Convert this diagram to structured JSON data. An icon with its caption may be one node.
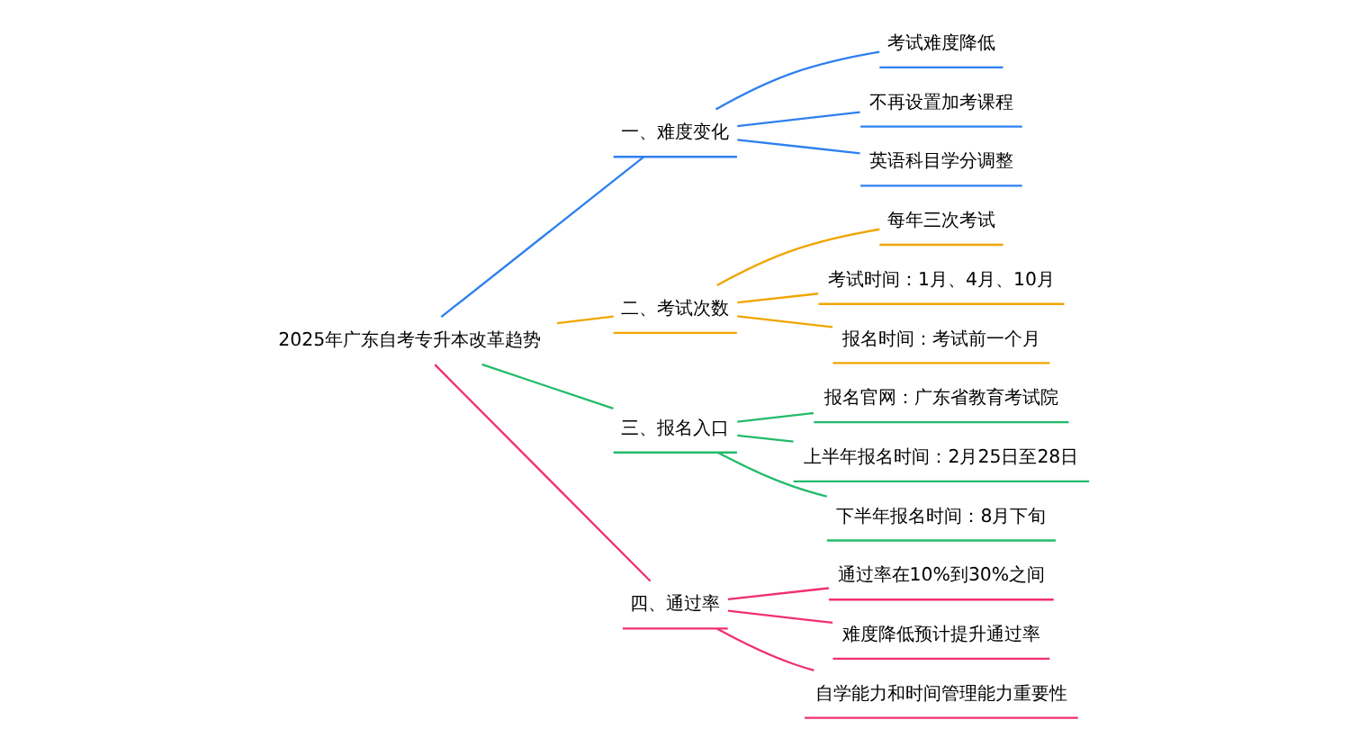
{
  "diagram": {
    "nodes": [
      {
        "text": [
          "2025年广东自考专升本改革趋势"
        ]
      },
      {
        "text": [
          "一、难度变化"
        ]
      },
      {
        "text": [
          "考试难度降低"
        ]
      },
      {
        "text": [
          "不再设置加考课程"
        ]
      },
      {
        "text": [
          "英语科目学分调整"
        ]
      },
      {
        "text": [
          "二、考试次数"
        ]
      },
      {
        "text": [
          "每年三次考试"
        ]
      },
      {
        "text": [
          "考试时间：1月、4月、10月"
        ]
      },
      {
        "text": [
          "报名时间：考试前一个月"
        ]
      },
      {
        "text": [
          "三、报名入口"
        ]
      },
      {
        "text": [
          "报名官网：广东省教育考试院"
        ]
      },
      {
        "text": [
          "上半年报名时间：2月25日至28日"
        ]
      },
      {
        "text": [
          "下半年报名时间：8月下旬"
        ]
      },
      {
        "text": [
          "四、通过率"
        ]
      },
      {
        "text": [
          "通过率在10%到30%之间"
        ]
      },
      {
        "text": [
          "难度降低预计提升通过率"
        ]
      },
      {
        "text": [
          "自学能力和时间管理能力重要性"
        ]
      }
    ],
    "edges": [
      {
        "from": 0,
        "to": 1,
        "arrow": "none",
        "color": "#2f80f0"
      },
      {
        "from": 1,
        "to": 2,
        "arrow": "none",
        "color": "#2f80f0"
      },
      {
        "from": 1,
        "to": 3,
        "arrow": "none",
        "color": "#2f80f0"
      },
      {
        "from": 1,
        "to": 4,
        "arrow": "none",
        "color": "#2f80f0"
      },
      {
        "from": 0,
        "to": 5,
        "arrow": "none",
        "color": "#f0a500"
      },
      {
        "from": 5,
        "to": 6,
        "arrow": "none",
        "color": "#f0a500"
      },
      {
        "from": 5,
        "to": 7,
        "arrow": "none",
        "color": "#f0a500"
      },
      {
        "from": 5,
        "to": 8,
        "arrow": "none",
        "color": "#f0a500"
      },
      {
        "from": 0,
        "to": 9,
        "arrow": "none",
        "color": "#22bb6a"
      },
      {
        "from": 9,
        "to": 10,
        "arrow": "none",
        "color": "#22bb6a"
      },
      {
        "from": 9,
        "to": 11,
        "arrow": "none",
        "color": "#22bb6a"
      },
      {
        "from": 9,
        "to": 12,
        "arrow": "none",
        "color": "#22bb6a"
      },
      {
        "from": 0,
        "to": 13,
        "arrow": "none",
        "color": "#f03070"
      },
      {
        "from": 13,
        "to": 14,
        "arrow": "none",
        "color": "#f03070"
      },
      {
        "from": 13,
        "to": 15,
        "arrow": "none",
        "color": "#f03070"
      },
      {
        "from": 13,
        "to": 16,
        "arrow": "none",
        "color": "#f03070"
      }
    ]
  }
}
